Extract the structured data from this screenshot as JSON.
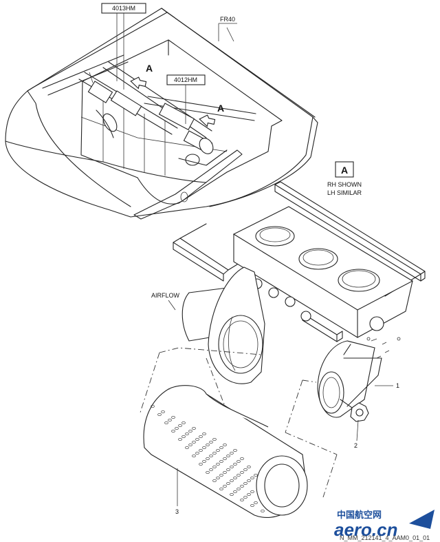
{
  "top_view": {
    "callouts": {
      "part_a": "4013HM",
      "part_b": "4012HM",
      "frame": "FR40",
      "view_arrow_1": "A",
      "view_arrow_2": "A"
    }
  },
  "detail_view": {
    "view_tag": "A",
    "caption_line1": "RH SHOWN",
    "caption_line2": "LH SIMILAR",
    "airflow": "AIRFLOW",
    "items": [
      "1",
      "2",
      "3"
    ]
  },
  "footer": {
    "watermark_cn": "中国航空网",
    "watermark_en": "aero.cn",
    "drawing_ref": "N_MM_212141_4_AAM0_01_01"
  },
  "colors": {
    "line": "#222222",
    "watermark": "#1d4f9c"
  }
}
